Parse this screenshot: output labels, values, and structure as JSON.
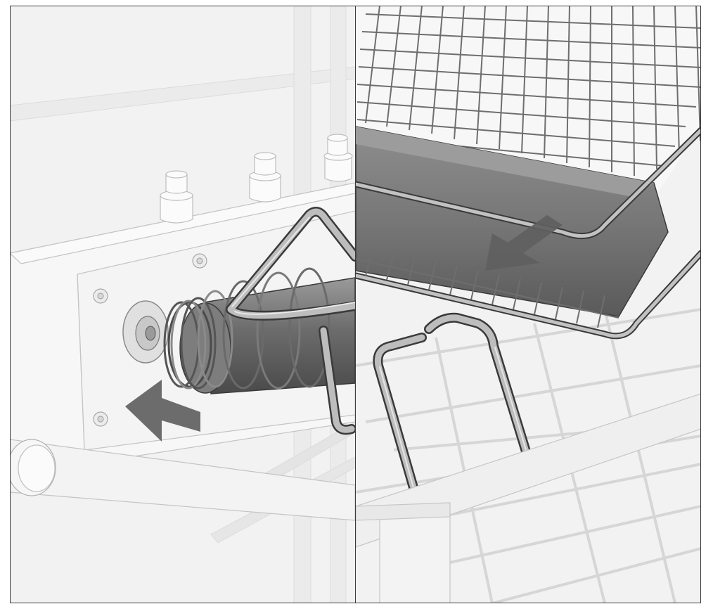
{
  "figure": {
    "panels": [
      {
        "id": "left",
        "subject": "spray-arm-coupling-spring"
      },
      {
        "id": "right",
        "subject": "wire-basket-with-push-arrow"
      }
    ],
    "arrow_color": "#5f5f5f",
    "line_color": "#3a3a3a"
  }
}
